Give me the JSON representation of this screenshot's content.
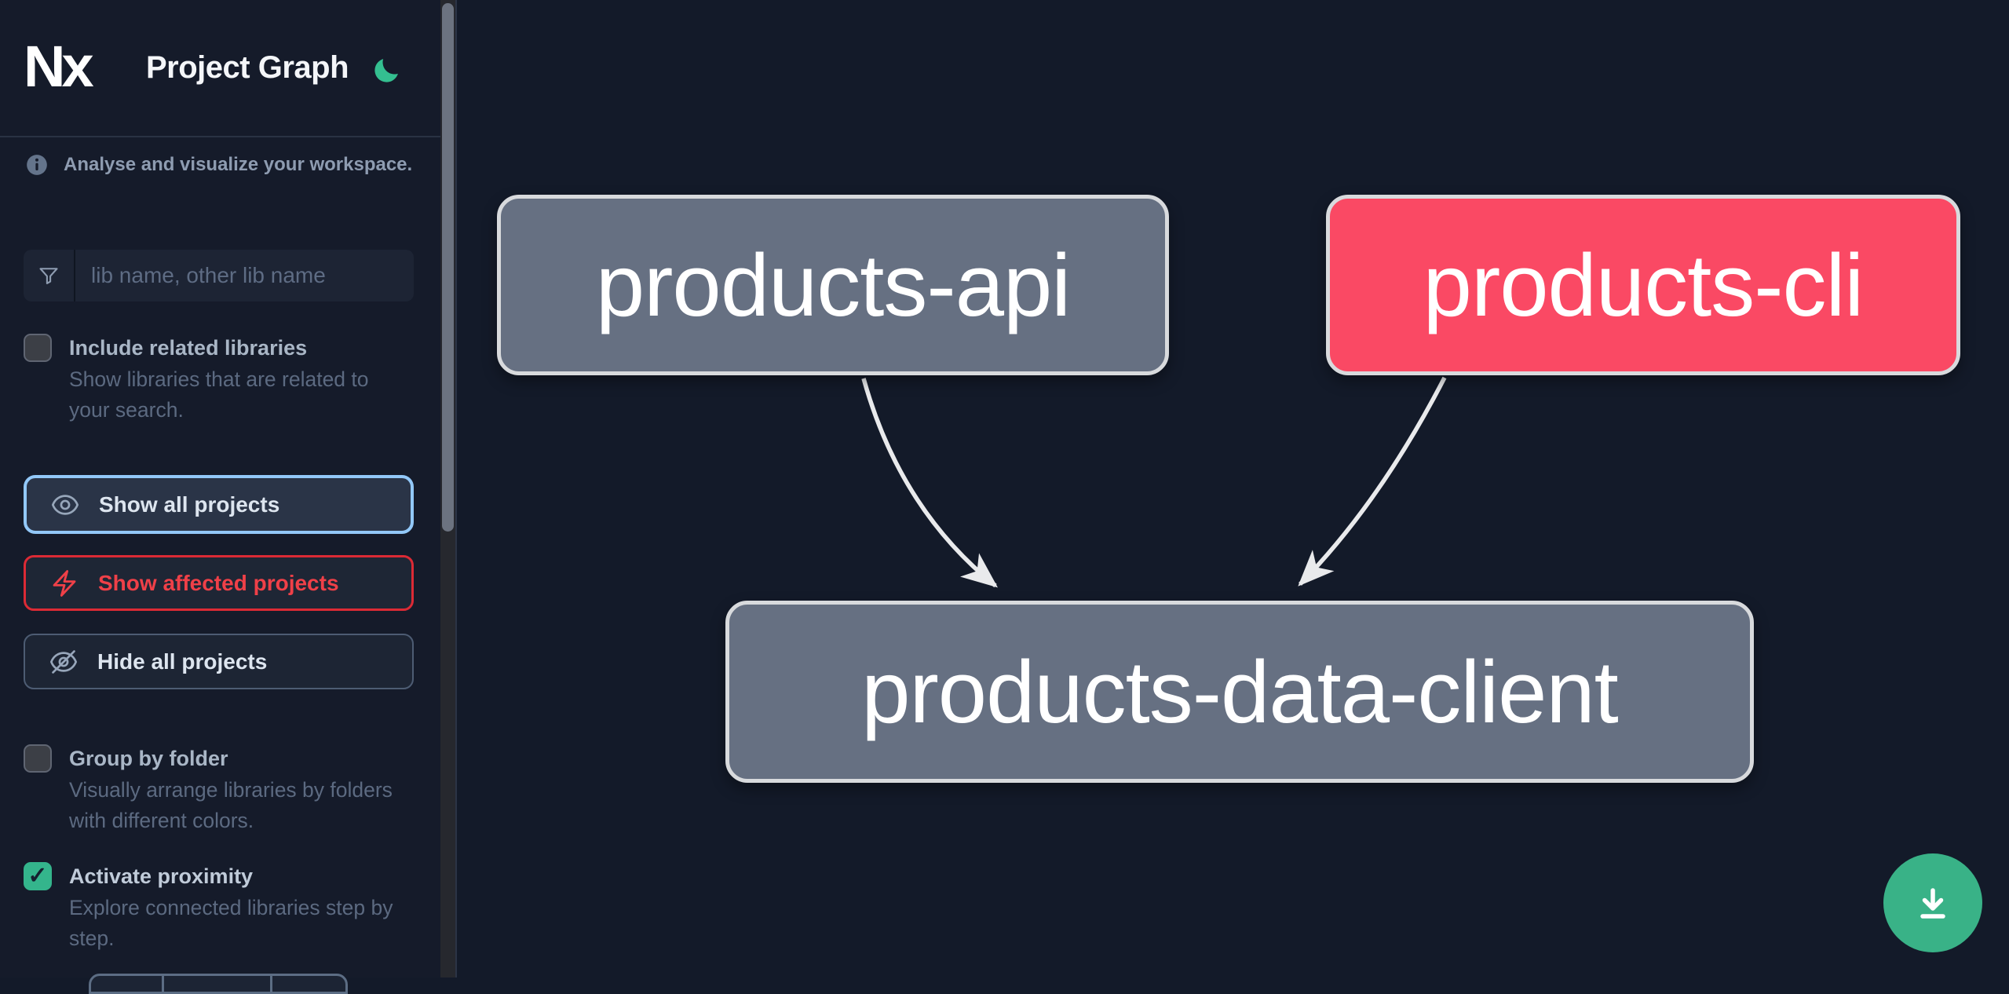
{
  "header": {
    "logo_text": "Nx",
    "title": "Project Graph",
    "theme_toggle_icon": "moon"
  },
  "sidebar": {
    "tagline": "Analyse and visualize your workspace.",
    "search": {
      "placeholder": "lib name, other lib name"
    },
    "checkboxes": [
      {
        "label": "Include related libraries",
        "description": "Show libraries that are related to your search.",
        "checked": false
      },
      {
        "label": "Group by folder",
        "description": "Visually arrange libraries by folders with different colors.",
        "checked": false
      },
      {
        "label": "Activate proximity",
        "description": "Explore connected libraries step by step.",
        "checked": true
      }
    ],
    "buttons": [
      {
        "label": "Show all projects",
        "icon": "eye",
        "variant": "selected"
      },
      {
        "label": "Show affected projects",
        "icon": "bolt",
        "variant": "affected"
      },
      {
        "label": "Hide all projects",
        "icon": "eye-off",
        "variant": "default"
      }
    ],
    "checkmark_glyph": "✓"
  },
  "graph": {
    "nodes": [
      {
        "id": "products-api",
        "label": "products-api",
        "kind": "normal"
      },
      {
        "id": "products-cli",
        "label": "products-cli",
        "kind": "affected"
      },
      {
        "id": "products-data-client",
        "label": "products-data-client",
        "kind": "normal"
      }
    ],
    "edges": [
      {
        "source": "products-api",
        "target": "products-data-client"
      },
      {
        "source": "products-cli",
        "target": "products-data-client"
      }
    ]
  },
  "fab": {
    "icon": "download"
  },
  "colors": {
    "affected_node": "#fa4964",
    "normal_node": "#667082",
    "accent_green": "#34b58c",
    "affected_red": "#ef4048",
    "focus_blue": "#92c8f8",
    "edge": "#e9eaec"
  }
}
